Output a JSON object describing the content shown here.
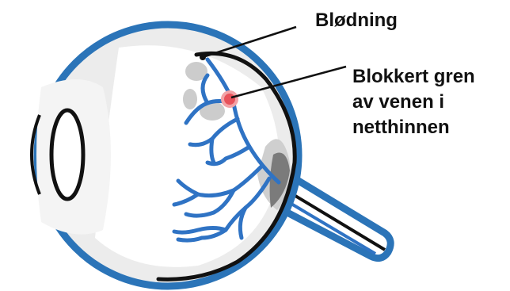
{
  "labels": {
    "bleeding": "Blødning",
    "blocked_vein_line1": "Blokkert gren",
    "blocked_vein_line2": "av venen i",
    "blocked_vein_line3": "netthinnen"
  },
  "colors": {
    "outline_blue": "#2b74b8",
    "vessel_blue": "#2f73c4",
    "sclera_gray": "#ececec",
    "hemorrhage_gray": "#cccccc",
    "optic_shadow": "#7b7b7b",
    "retina_black": "#111111",
    "blockage_red": "#e8515a",
    "blockage_halo": "#f2a2a6"
  }
}
